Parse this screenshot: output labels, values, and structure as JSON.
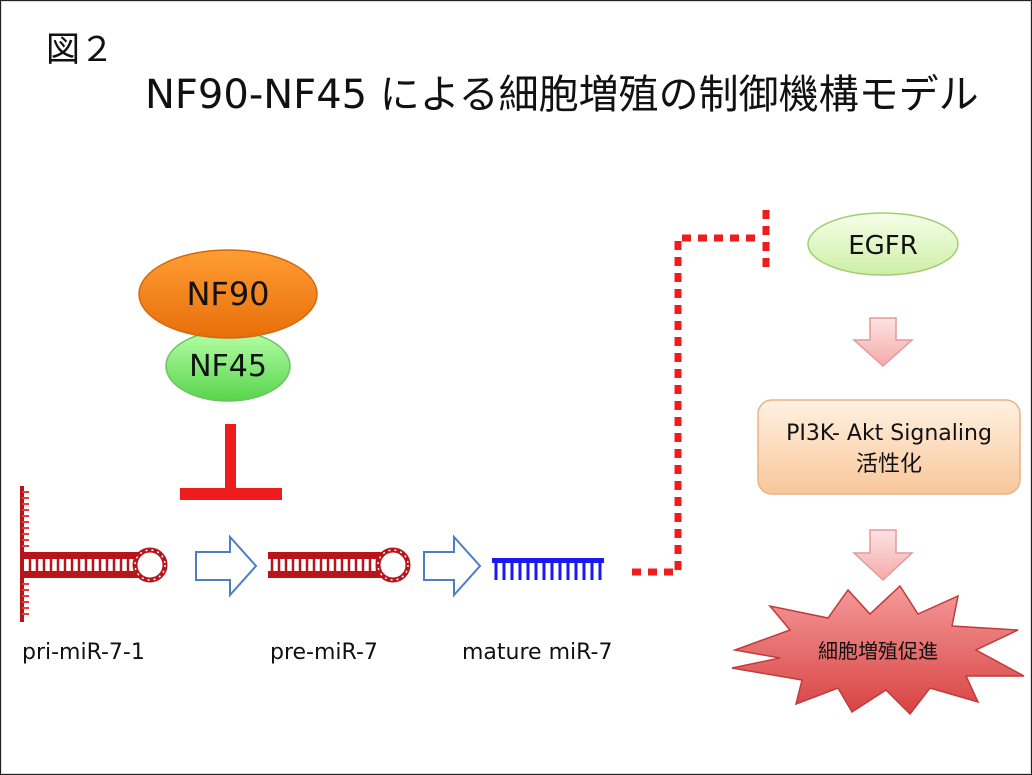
{
  "figure_label": "図２",
  "title": "NF90-NF45 による細胞増殖の制御機構モデル",
  "nodes": {
    "nf90": "NF90",
    "nf45": "NF45",
    "egfr": "EGFR",
    "pi3k_line1": "PI3K- Akt Signaling",
    "pi3k_line2": "活性化",
    "proliferation": "細胞増殖促進"
  },
  "captions": {
    "pri": "pri-miR-7-1",
    "pre": "pre-miR-7",
    "mature": "mature miR-7"
  },
  "colors": {
    "nf90_fill": "#f57f17",
    "nf45_fill": "#7ee872",
    "egfr_fill": "#dff5c2",
    "pi3k_fill": "#fbd5b0",
    "burst_fill": "#e25d5d",
    "inhibit_red": "#ee1c1c",
    "rna_dark_red": "#b8141c",
    "mature_blue": "#1a1aee",
    "process_arrow": "#4a7fc0",
    "flow_arrow": "#f7b9b9"
  }
}
